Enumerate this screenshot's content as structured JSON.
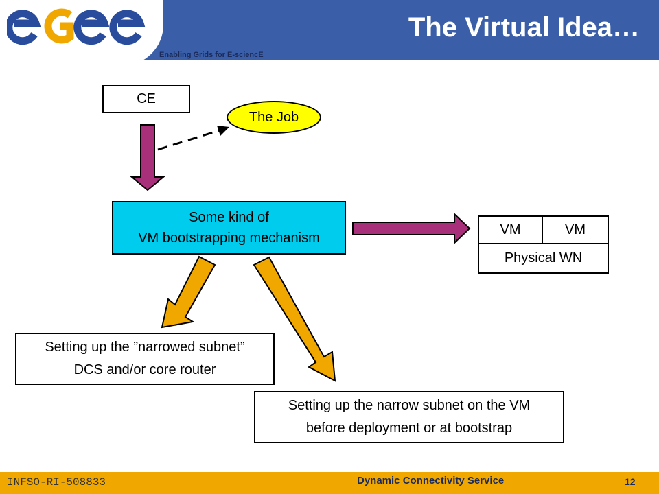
{
  "header": {
    "logo_text": "egee",
    "tagline": "Enabling Grids for E-sciencE",
    "title": "The Virtual Idea…"
  },
  "diagram": {
    "ce": "CE",
    "job": "The Job",
    "bootstrap_line1": "Some kind of",
    "bootstrap_line2": "VM bootstrapping mechanism",
    "vm1": "VM",
    "vm2": "VM",
    "physical_wn": "Physical WN",
    "subnet1_line1": "Setting up the ”narrowed subnet”",
    "subnet1_line2": "DCS and/or core router",
    "subnet2_line1": "Setting up the narrow subnet on the VM",
    "subnet2_line2": "before deployment or at bootstrap"
  },
  "footer": {
    "project_id": "INFSO-RI-508833",
    "service": "Dynamic Connectivity Service",
    "page": "12"
  },
  "colors": {
    "header_blue": "#3a5fa8",
    "footer_orange": "#f0a800",
    "arrow_purple": "#a8307a",
    "arrow_orange": "#f0a800",
    "bootstrap_cyan": "#00ccee",
    "job_yellow": "#ffff00"
  }
}
